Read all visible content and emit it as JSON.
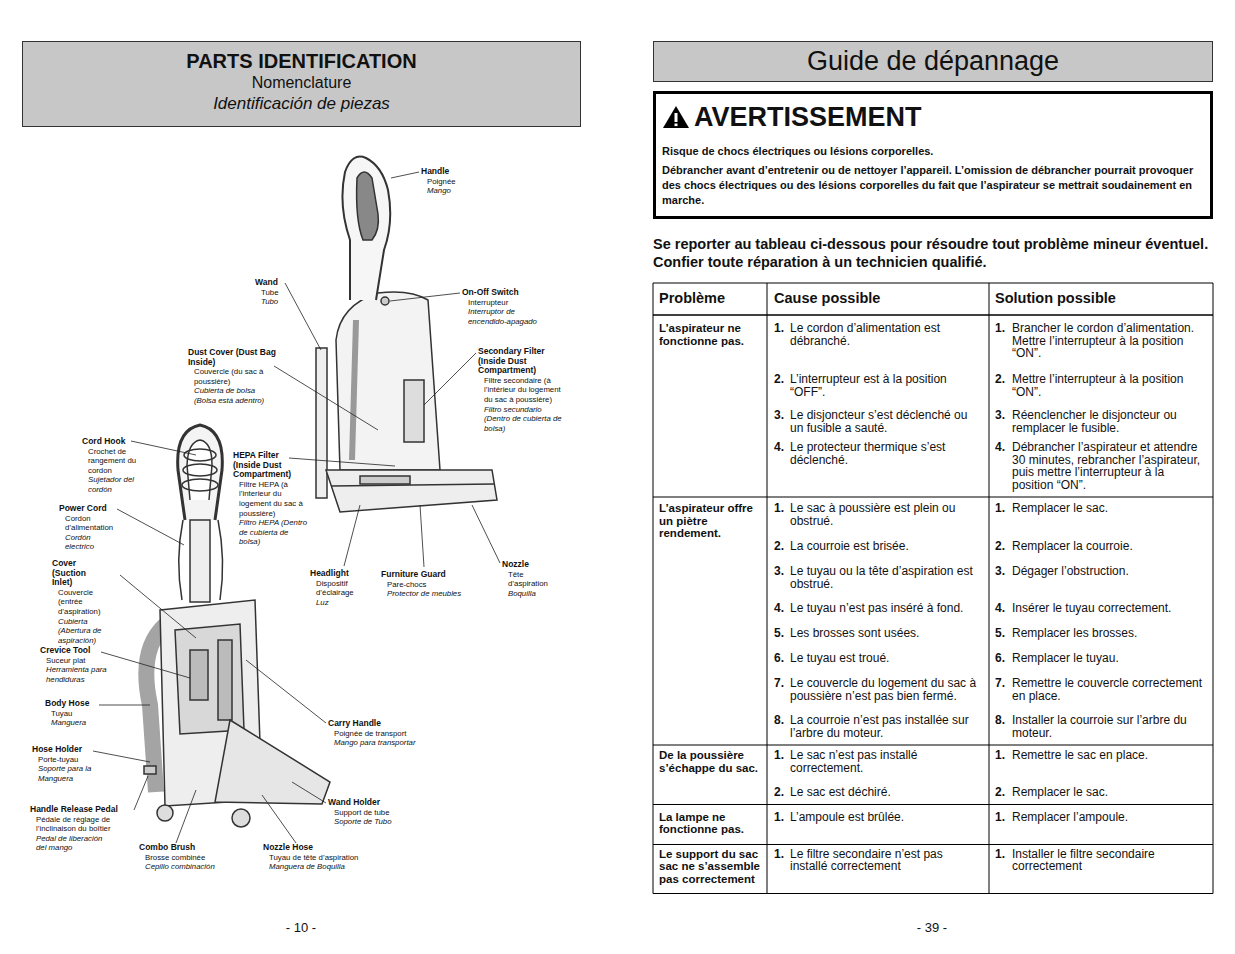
{
  "diagram": {
    "nodes": [
      {
        "text": [
          "PARTS IDENTIFICATION",
          "Nomenclature",
          "Identificación de piezas"
        ]
      },
      {
        "text": [
          "Guide de dépannage"
        ]
      },
      {
        "text": [
          "AVERTISSEMENT",
          "Risque de chocs électriques ou lésions corporelles.",
          "Débrancher avant d’entretenir ou de nettoyer l’appareil. L’omission de débrancher pourrait provoquer des chocs électriques ou des lésions corporelles du fait que l’aspirateur se mettrait soudainement en marche."
        ]
      }
    ],
    "labels": [
      "Handle",
      "Poignée",
      "Mango",
      "Wand",
      "Tube",
      "Tubo",
      "On-Off Switch",
      "Interrupteur",
      "Interruptor de encendido-apagado",
      "Dust Cover (Dust Bag Inside)",
      "Couvercle (du sac à poussière)",
      "Cubierta de bolsa (Bolsa está adentro)",
      "Secondary Filter (Inside Dust Compartment)",
      "Filtre secondaire (à l’intérieur du logement du sac à poussière)",
      "Filtro secundario (Dentro de cubierta de bolsa)",
      "Cord Hook",
      "Crochet de rangement du cordon",
      "Sujetador del cordón",
      "HEPA Filter (Inside Dust Compartment)",
      "Filtre HEPA (à l’interieur du logement du sac à poussière)",
      "Filtro HEPA (Dentro de cubierta de bolsa)",
      "Power Cord",
      "Cordon d’alimentation",
      "Cordón electrico",
      "Cover (Suction Inlet)",
      "Couvercle (entrée d’aspiration)",
      "Cubierta (Abertura de aspiración)",
      "Crevice Tool",
      "Suceur plat",
      "Herramienta para hendiduras",
      "Body Hose",
      "Tuyau",
      "Manguera",
      "Hose Holder",
      "Porte-tuyau",
      "Soporte para la Manguera",
      "Handle Release Pedal",
      "Pédale de réglage de l’inclinaison du boîtier",
      "Pedal de liberación del mango",
      "Combo Brush",
      "Brosse combinée",
      "Cepillo combinación",
      "Nozzle Hose",
      "Tuyau de tête d’aspiration",
      "Manguera de Boquilla",
      "Wand Holder",
      "Support de tube",
      "Soporte de Tubo",
      "Carry Handle",
      "Poignée de transport",
      "Mango para transportar",
      "Headlight",
      "Dispositif d’éclairage",
      "Luz",
      "Furniture Guard",
      "Pare-chocs",
      "Protector de meubles",
      "Nozzle",
      "Tête d’aspiration",
      "Boquilla",
      "- 10 -",
      "Se reporter au tableau ci-dessous pour résoudre tout problème mineur éventuel. Confier toute réparation à un technicien qualifié.",
      "Problème",
      "Cause possible",
      "Solution possible",
      "L’aspirateur ne fonctionne pas.",
      "1.",
      "Le cordon d’alimentation est débranché.",
      "2.",
      "L’interrupteur est à la position “OFF”.",
      "3.",
      "Le disjoncteur s’est déclenché ou un fusible a sauté.",
      "4.",
      "Le protecteur thermique s’est déclenché.",
      "1.",
      "Brancher le cordon d’alimentation. Mettre l’interrupteur à la position “ON”.",
      "2.",
      "Mettre l’interrupteur à la position “ON”.",
      "3.",
      "Réenclencher le disjoncteur ou remplacer le fusible.",
      "4.",
      "Débrancher l’aspirateur et attendre 30 minutes, rebrancher l’aspirateur, puis mettre l’interrupteur à la position “ON”.",
      "L’aspirateur offre un piètre rendement.",
      "1.",
      "Le sac à poussière est plein ou obstrué.",
      "2.",
      "La courroie est brisée.",
      "3.",
      "Le tuyau ou la tête d’aspiration est obstrué.",
      "4.",
      "Le tuyau n’est pas inséré à fond.",
      "5.",
      "Les brosses sont usées.",
      "6.",
      "Le tuyau est troué.",
      "7.",
      "Le couvercle du logement du sac à poussière n’est pas bien fermé.",
      "8.",
      "La courroie n’est pas installée sur l’arbre du moteur.",
      "1.",
      "Remplacer le sac.",
      "2.",
      "Remplacer la courroie.",
      "3.",
      "Dégager l’obstruction.",
      "4.",
      "Insérer le tuyau correctement.",
      "5.",
      "Remplacer les brosses.",
      "6.",
      "Remplacer le tuyau.",
      "7.",
      "Remettre le couvercle correctement en place.",
      "8.",
      "Installer la courroie sur l’arbre du moteur.",
      "De la poussière s’échappe du sac.",
      "1.",
      "Le sac n’est pas installé correctement.",
      "2.",
      "Le sac est déchiré.",
      "1.",
      "Remettre le sac en place.",
      "2.",
      "Remplacer le sac.",
      "La lampe ne fonctionne pas.",
      "1.",
      "L’ampoule est brûlée.",
      "1.",
      "Remplacer l’ampoule.",
      "Le support du sac sac ne s’assemble pas correctement",
      "1.",
      "Le filtre secondaire n’est pas installé correctement",
      "1.",
      "Installer le filtre secondaire correctement",
      "- 39 -"
    ]
  }
}
